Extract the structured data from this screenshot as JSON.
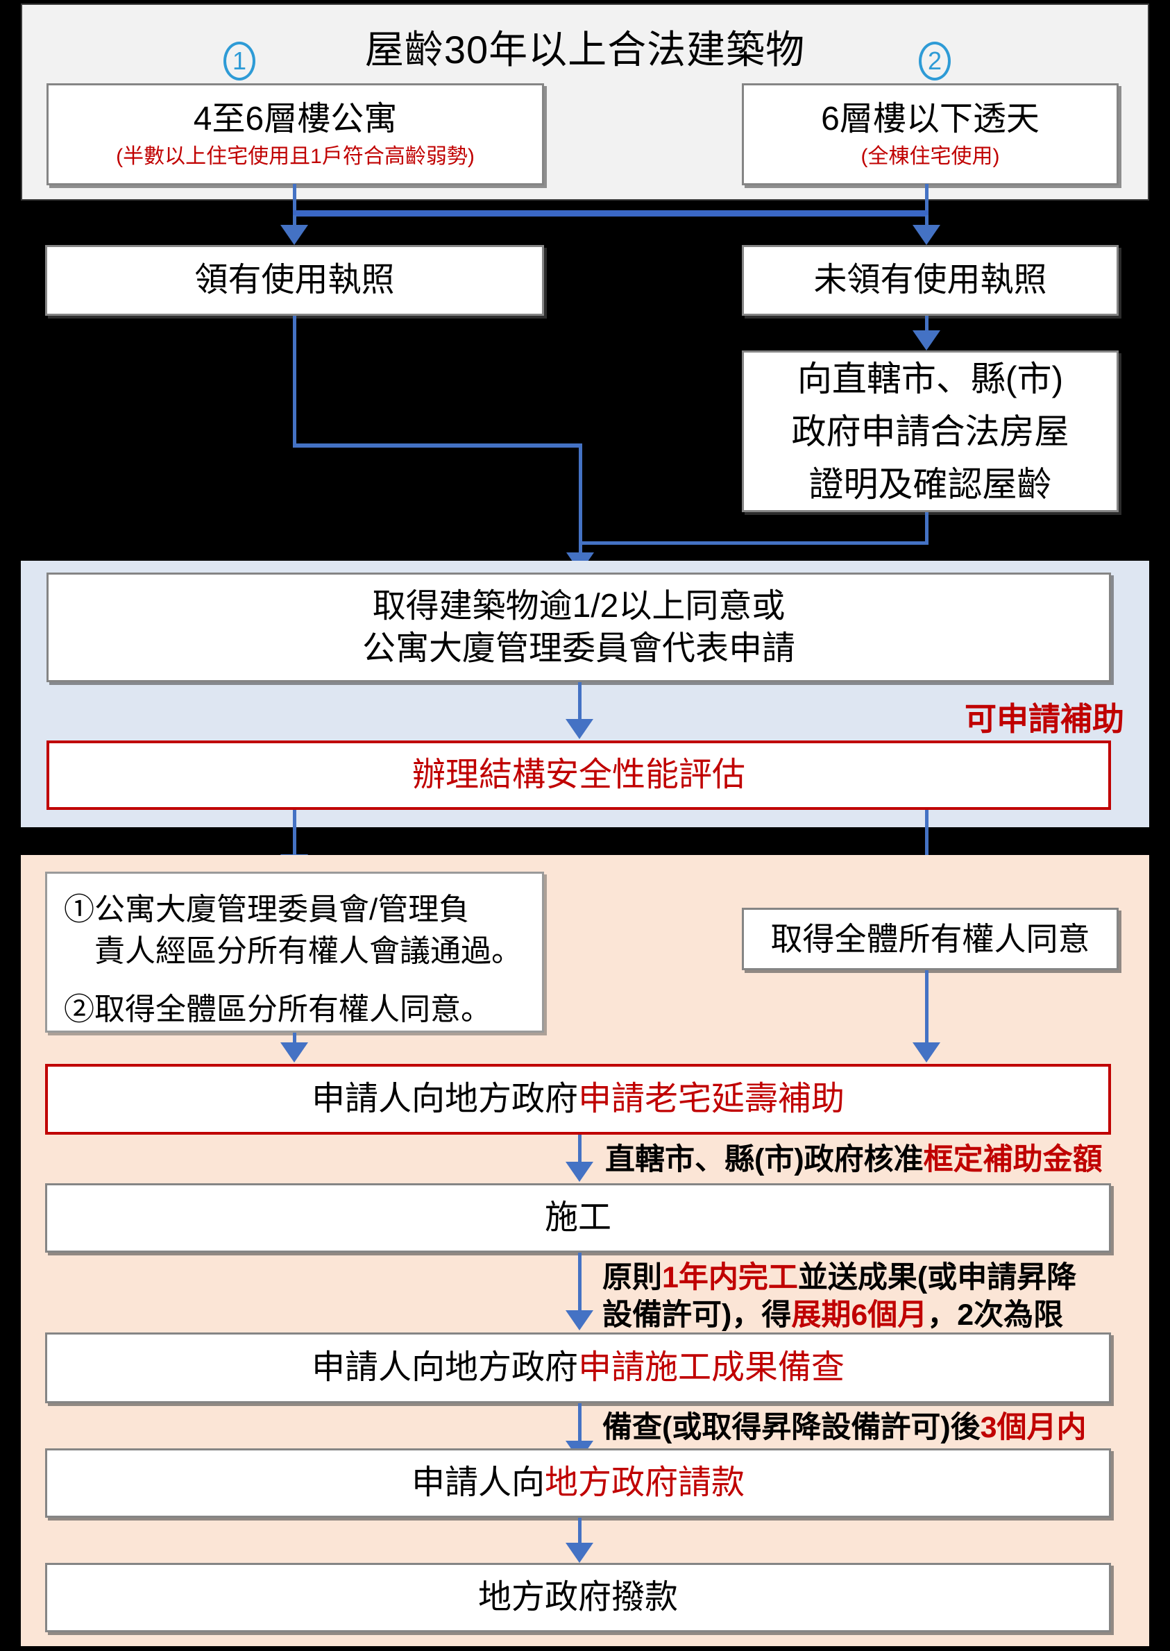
{
  "colors": {
    "accent_blue": "#4472C4",
    "connector_blue": "#3A67C5",
    "badge_blue": "#2E9BD6",
    "red": "#C00000",
    "section_gray": "#F2F2F2",
    "section_blue": "#DEE6F2",
    "section_peach": "#FBE5D6"
  },
  "header": {
    "title": "屋齡30年以上合法建築物",
    "badge1": "1",
    "badge2": "2",
    "apartment_box": {
      "main": "4至6層樓公寓",
      "sub": "(半數以上住宅使用且1戶符合高齡弱勢)"
    },
    "townhouse_box": {
      "main": "6層樓以下透天",
      "sub": "(全棟住宅使用)"
    }
  },
  "license": {
    "licensed_box": "領有使用執照",
    "unlicensed_box": "未領有使用執照",
    "proof_box": {
      "line1": "向直轄市、縣(市)",
      "line2": "政府申請合法房屋",
      "line3": "證明及確認屋齡"
    }
  },
  "assessment": {
    "consent_box": {
      "line1": "取得建築物逾1/2以上同意或",
      "line2": "公寓大廈管理委員會代表申請"
    },
    "subsidy_note": "可申請補助",
    "evaluation_box": "辦理結構安全性能評估"
  },
  "subsidy": {
    "committee_box": {
      "line1": "①公寓大廈管理委員會/管理負",
      "line2": "責人經區分所有權人會議通過。",
      "line3": "②取得全體區分所有權人同意。"
    },
    "owners_box": "取得全體所有權人同意",
    "apply_box": {
      "black": "申請人向地方政府",
      "red": "申請老宅延壽補助"
    },
    "approve_label": {
      "black": "直轄市、縣(市)政府核准",
      "red": "框定補助金額"
    },
    "construction_box": "施工",
    "deadline_label": {
      "line1_black1": "原則",
      "line1_red": "1年内完工",
      "line1_black2": "並送成果(或申請昇降",
      "line2_black1": "設備許可)，得",
      "line2_red": "展期6個月",
      "line2_black2": "，2次為限"
    },
    "report_box": {
      "black": "申請人向地方政府",
      "red": "申請施工成果備查"
    },
    "request_label": {
      "black": "備查(或取得昇降設備許可)後",
      "red": "3個月内"
    },
    "payment_box": {
      "black": "申請人向",
      "red": "地方政府請款"
    },
    "disburse_box": "地方政府撥款"
  }
}
